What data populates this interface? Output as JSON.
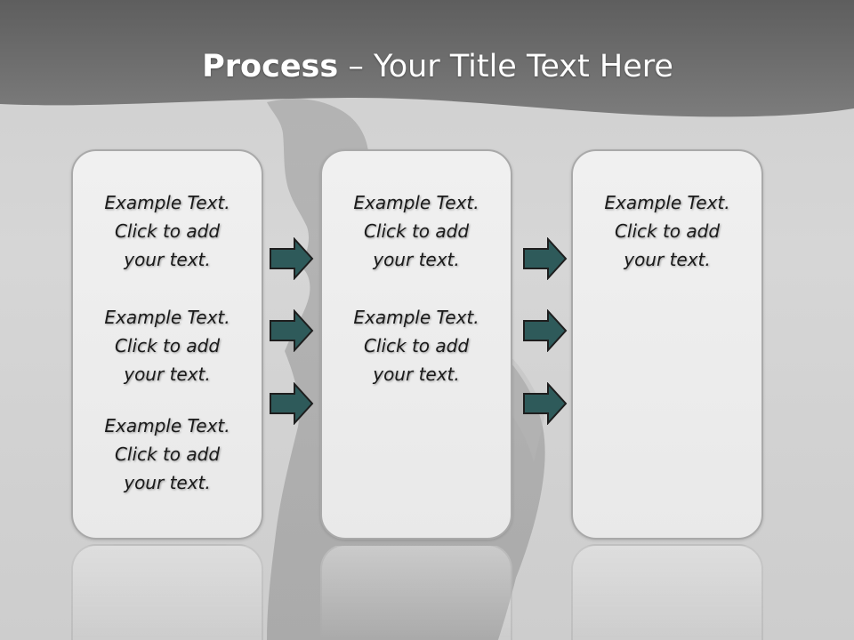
{
  "title": {
    "bold": "Process",
    "rest": "– Your Title Text Here"
  },
  "colors": {
    "title_band": "#6a6a6a",
    "arrow_fill": "#2e5a5a",
    "panel_border": "#a9a9a9"
  },
  "icons": [
    "right-arrow-icon"
  ],
  "columns": [
    {
      "blocks": [
        {
          "line1": "Example Text.",
          "line2": "Click  to add",
          "line3": "your text."
        },
        {
          "line1": "Example Text.",
          "line2": "Click  to add",
          "line3": "your text."
        },
        {
          "line1": "Example Text.",
          "line2": "Click  to add",
          "line3": "your text."
        }
      ]
    },
    {
      "blocks": [
        {
          "line1": "Example Text.",
          "line2": "Click  to add",
          "line3": "your text."
        },
        {
          "line1": "Example Text.",
          "line2": "Click  to add",
          "line3": "your text."
        }
      ]
    },
    {
      "blocks": [
        {
          "line1": "Example Text.",
          "line2": "Click  to add",
          "line3": "your text."
        }
      ]
    }
  ]
}
